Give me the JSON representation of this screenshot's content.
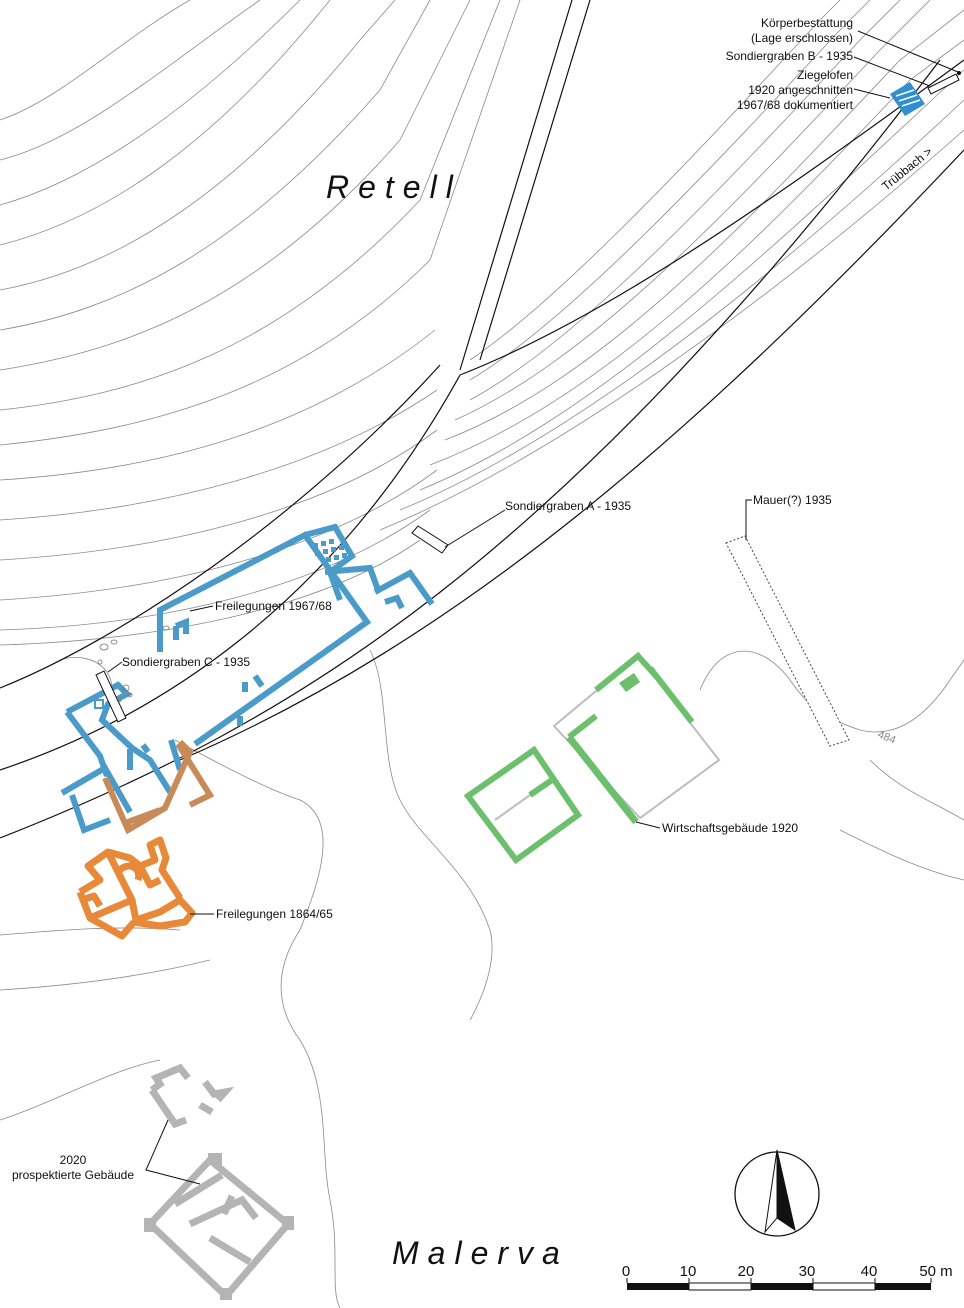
{
  "place_names": {
    "north": "Retell",
    "south": "Malerva"
  },
  "labels": {
    "koerperbestattung": "Körperbestattung",
    "lage": "(Lage erschlossen)",
    "sondiergraben_b": "Sondiergraben B - 1935",
    "ziegelofen": "Ziegelofen",
    "ziegelofen_1920": "1920 angeschnitten",
    "ziegelofen_1967": "1967/68 dokumentiert",
    "truebbach": "Trübbach >",
    "sondiergraben_a": "Sondiergraben A - 1935",
    "mauer": "Mauer(?) 1935",
    "freilegungen_1967": "Freilegungen 1967/68",
    "sondiergraben_c": "Sondiergraben C - 1935",
    "wirtschaftsgebaeude": "Wirtschaftsgebäude 1920",
    "freilegungen_1864": "Freilegungen 1864/65",
    "prospektiert_year": "2020",
    "prospektiert_text": "prospektierte Gebäude",
    "contour_484": "484"
  },
  "legend_colors": {
    "excavation_1967_68": "#4a9bc9",
    "excavation_1864_65": "#e8893a",
    "excavation_1864_65_partial": "#c98a5a",
    "wirtschaftsgebaeude_1920": "#6cbf6c",
    "prospected_2020": "#b4b4b4",
    "ziegelofen": "#2f8fd0"
  },
  "scale_bar": {
    "ticks": [
      "0",
      "10",
      "20",
      "30",
      "40"
    ],
    "last": "50 m"
  },
  "north_arrow": {
    "icon": "north-arrow-icon"
  }
}
